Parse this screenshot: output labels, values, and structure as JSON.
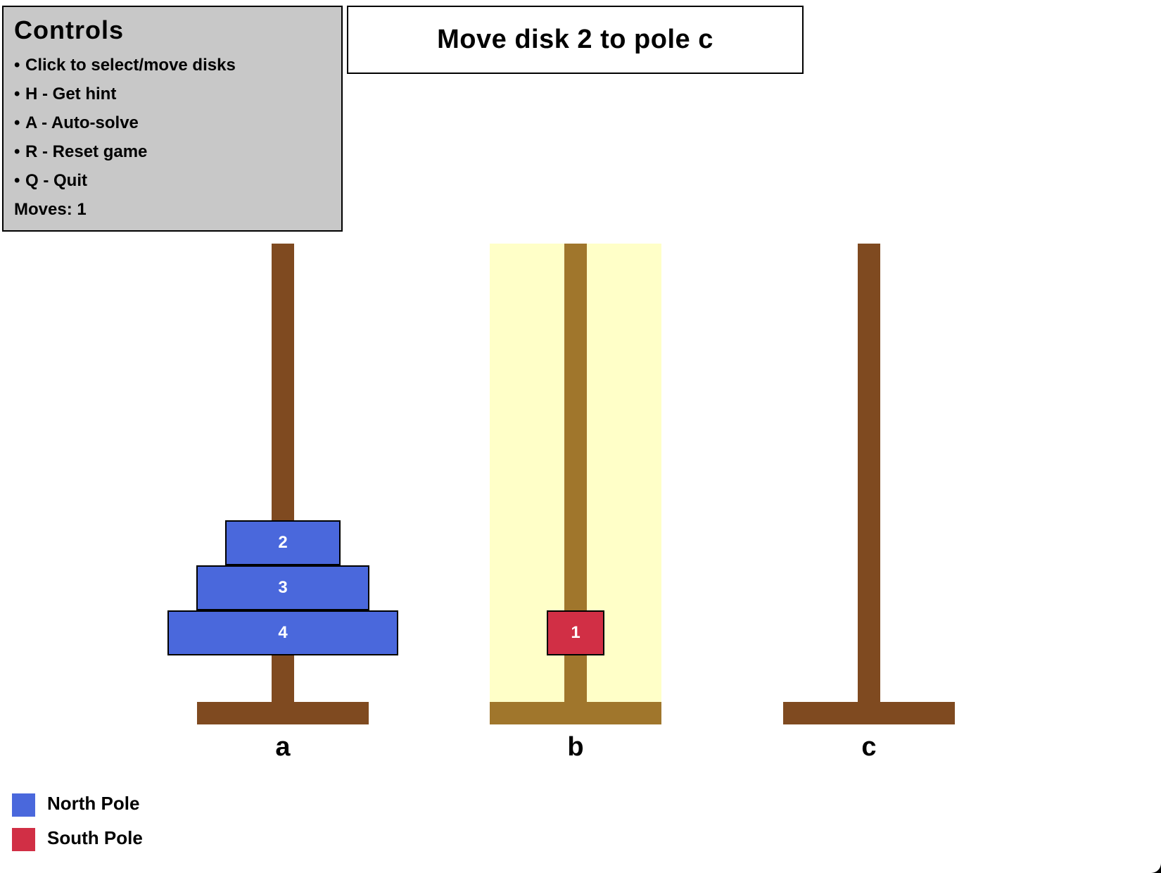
{
  "controls": {
    "title": "Controls",
    "items": [
      "Click to select/move disks",
      "H - Get hint",
      "A - Auto-solve",
      "R - Reset game",
      "Q - Quit"
    ],
    "moves_text": "Moves: 1"
  },
  "hint": {
    "text": "Move disk 2 to pole c"
  },
  "colors": {
    "rod": "#7f4a20",
    "rod_selected": "#a0762c",
    "highlight": "#ffffc8",
    "north": "#4a68dc",
    "south": "#d12f45",
    "panel": "#c8c8c8"
  },
  "game": {
    "selected_pole": "b",
    "poles": [
      {
        "name": "a",
        "disks": [
          4,
          3,
          2
        ]
      },
      {
        "name": "b",
        "disks": [
          1
        ]
      },
      {
        "name": "c",
        "disks": []
      }
    ],
    "disk_colors": {
      "1": "south",
      "2": "north",
      "3": "north",
      "4": "north"
    }
  },
  "legend": [
    {
      "label": "North Pole",
      "color_key": "north"
    },
    {
      "label": "South Pole",
      "color_key": "south"
    }
  ]
}
